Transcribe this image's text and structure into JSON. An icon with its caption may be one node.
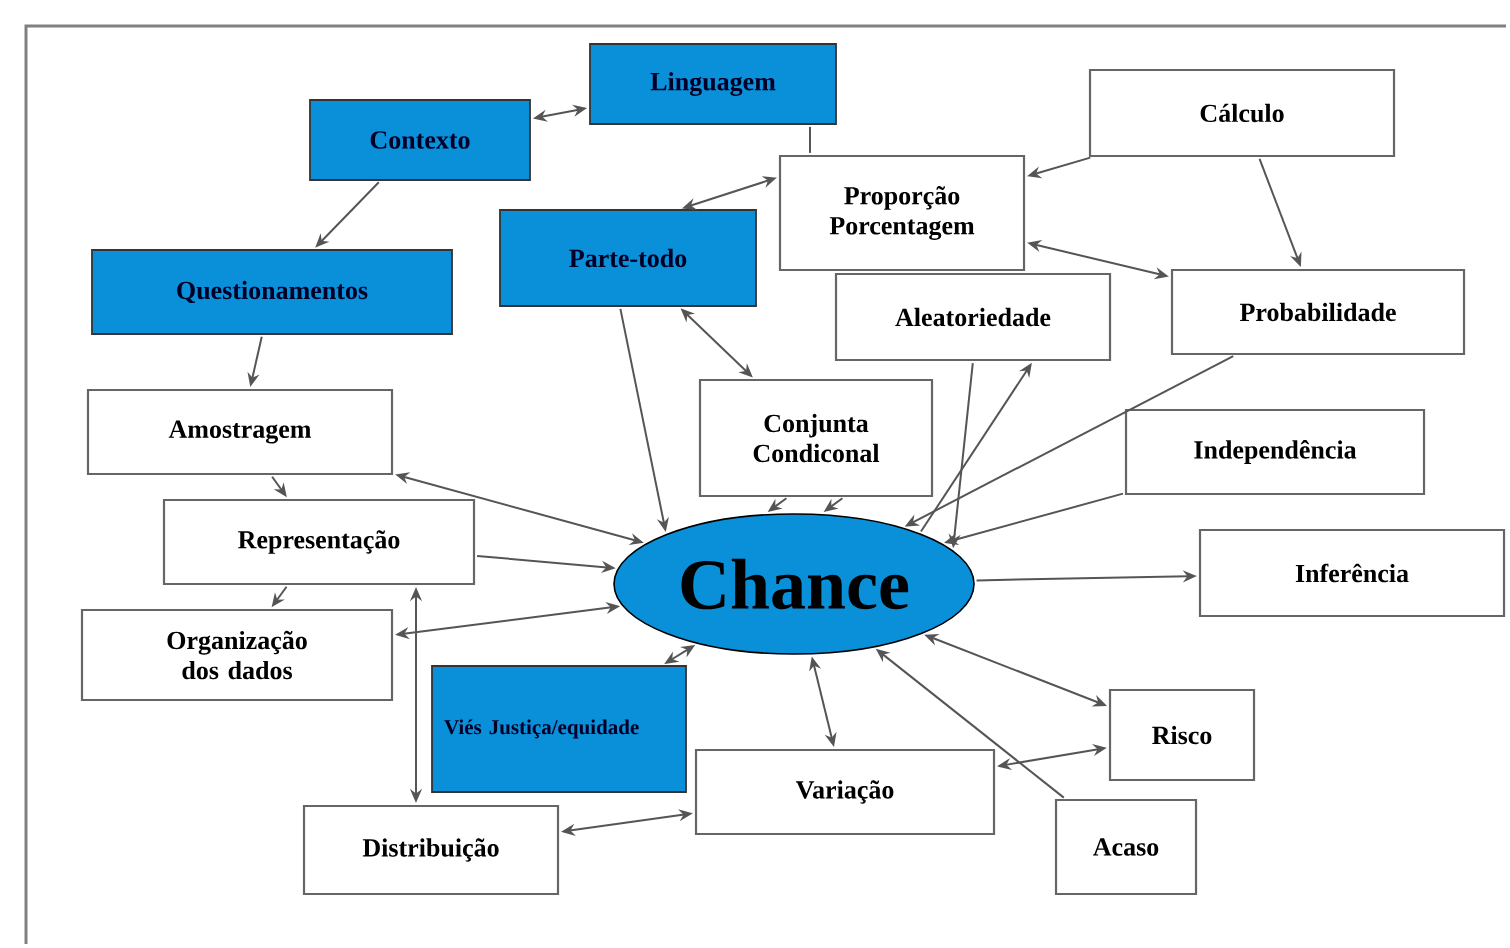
{
  "diagram": {
    "nodes": [
      {
        "text": [
          "Linguagem"
        ]
      },
      {
        "text": [
          "Contexto"
        ]
      },
      {
        "text": [
          "Questionamentos"
        ]
      },
      {
        "text": [
          "Parte-todo"
        ]
      },
      {
        "text": [
          "Proporção Porcentagem"
        ]
      },
      {
        "text": [
          "Cálculo"
        ]
      },
      {
        "text": [
          "Aleatoriedade"
        ]
      },
      {
        "text": [
          "Probabilidade"
        ]
      },
      {
        "text": [
          "Amostragem"
        ]
      },
      {
        "text": [
          "Conjunta Condiconal"
        ]
      },
      {
        "text": [
          "Independência"
        ]
      },
      {
        "text": [
          "Representação"
        ]
      },
      {
        "text": [
          "Chance"
        ]
      },
      {
        "text": [
          "Inferência"
        ]
      },
      {
        "text": [
          "Organização dos dados"
        ]
      },
      {
        "text": [
          "Viés Justiça/equidade"
        ]
      },
      {
        "text": [
          "Risco"
        ]
      },
      {
        "text": [
          "Variação"
        ]
      },
      {
        "text": [
          "Distribuição"
        ]
      },
      {
        "text": [
          "Acaso"
        ]
      }
    ],
    "edges": [
      {
        "from": 0,
        "to": 1,
        "arrow": "both"
      },
      {
        "from": 1,
        "to": 2,
        "arrow": "to"
      },
      {
        "from": 2,
        "to": 8,
        "arrow": "to"
      },
      {
        "from": 8,
        "to": 11,
        "arrow": "to"
      },
      {
        "from": 11,
        "to": 14,
        "arrow": "to"
      },
      {
        "from": 0,
        "to": 4,
        "arrow": "none"
      },
      {
        "from": 3,
        "to": 4,
        "arrow": "both"
      },
      {
        "from": 3,
        "to": 9,
        "arrow": "both"
      },
      {
        "from": 3,
        "to": 12,
        "arrow": "to"
      },
      {
        "from": 5,
        "to": 4,
        "arrow": "to"
      },
      {
        "from": 5,
        "to": 7,
        "arrow": "to"
      },
      {
        "from": 4,
        "to": 7,
        "arrow": "both"
      },
      {
        "from": 9,
        "to": 12,
        "arrow": "to"
      },
      {
        "from": 9,
        "to": 12,
        "arrow": "to"
      },
      {
        "from": 6,
        "to": 12,
        "arrow": "to"
      },
      {
        "from": 12,
        "to": 6,
        "arrow": "to"
      },
      {
        "from": 7,
        "to": 12,
        "arrow": "to"
      },
      {
        "from": 10,
        "to": 12,
        "arrow": "to"
      },
      {
        "from": 12,
        "to": 13,
        "arrow": "to"
      },
      {
        "from": 8,
        "to": 12,
        "arrow": "both"
      },
      {
        "from": 11,
        "to": 12,
        "arrow": "to"
      },
      {
        "from": 12,
        "to": 14,
        "arrow": "both"
      },
      {
        "from": 11,
        "to": 18,
        "arrow": "both"
      },
      {
        "from": 12,
        "to": 15,
        "arrow": "both"
      },
      {
        "from": 12,
        "to": 17,
        "arrow": "both"
      },
      {
        "from": 12,
        "to": 16,
        "arrow": "both"
      },
      {
        "from": 19,
        "to": 12,
        "arrow": "to"
      },
      {
        "from": 16,
        "to": 17,
        "arrow": "both"
      },
      {
        "from": 17,
        "to": 18,
        "arrow": "both"
      }
    ]
  }
}
